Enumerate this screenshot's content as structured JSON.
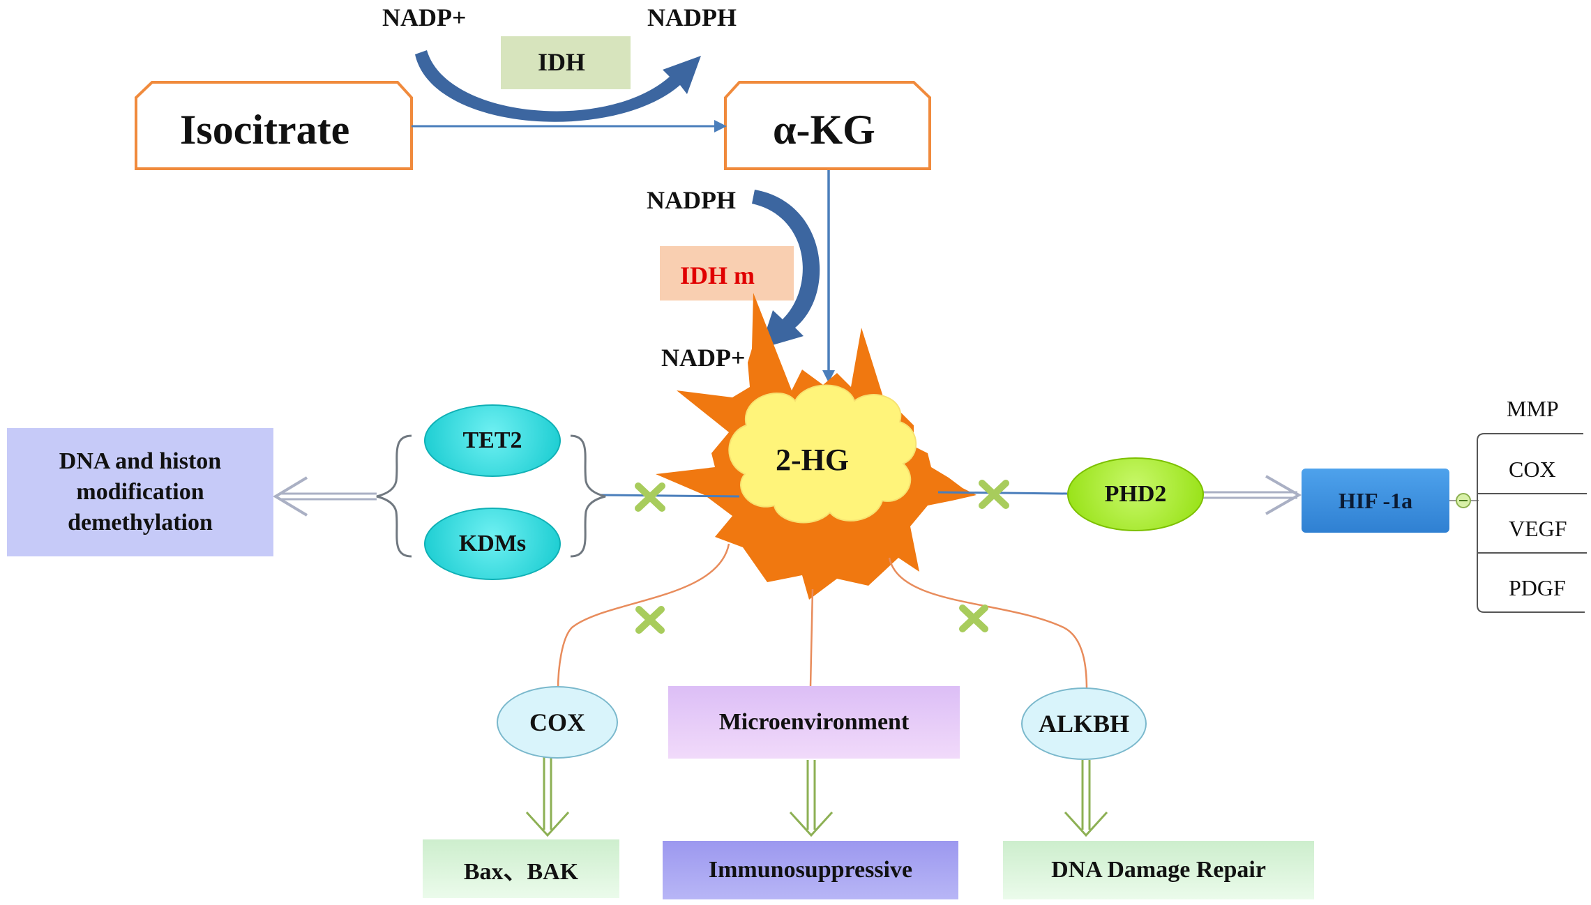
{
  "top": {
    "nadp_plus": "NADP+",
    "nadph": "NADPH",
    "enzyme": "IDH",
    "substrate": "Isocitrate",
    "product": "α-KG"
  },
  "mutant": {
    "nadph": "NADPH",
    "enzyme": "IDH m",
    "nadp_plus": "NADP+"
  },
  "center": {
    "label": "2-HG"
  },
  "left": {
    "tet2": "TET2",
    "kdms": "KDMs",
    "result_lines": [
      "DNA and histon",
      "modification",
      "demethylation"
    ]
  },
  "right": {
    "phd2": "PHD2",
    "hif": "HIF -1a",
    "targets": [
      "MMP",
      "COX",
      "VEGF",
      "PDGF"
    ]
  },
  "bottom": {
    "cox": "COX",
    "microenvironment": "Microenvironment",
    "alkbh": "ALKBH",
    "bax": "Bax、BAK",
    "immuno": "Immunosuppressive",
    "dna_repair": "DNA Damage Repair"
  },
  "colors": {
    "arrow_blue": "#4a7ebb",
    "curved_arrow": "#3c66a0",
    "box_orange": "#f08a3c",
    "idh_box": "#d7e4bd",
    "idhm_box": "#f9cfb1",
    "idhm_text": "#e00000",
    "star_orange": "#f07810",
    "cloud_yellow": "#fff47a",
    "tet_cyan": "#22dde0",
    "phd2_green": "#a4ec18",
    "hif_blue": "#3b8fde",
    "lavender": "#c6caf8",
    "light_cyan": "#d9f4fb",
    "purple_box": "#e5c9f7",
    "blue_purple_box": "#a9a7f3",
    "green_box": "#dcf6dc",
    "line_orange": "#e88c5c",
    "x_green": "#a8cc5c",
    "green_arrow": "#8db054"
  }
}
